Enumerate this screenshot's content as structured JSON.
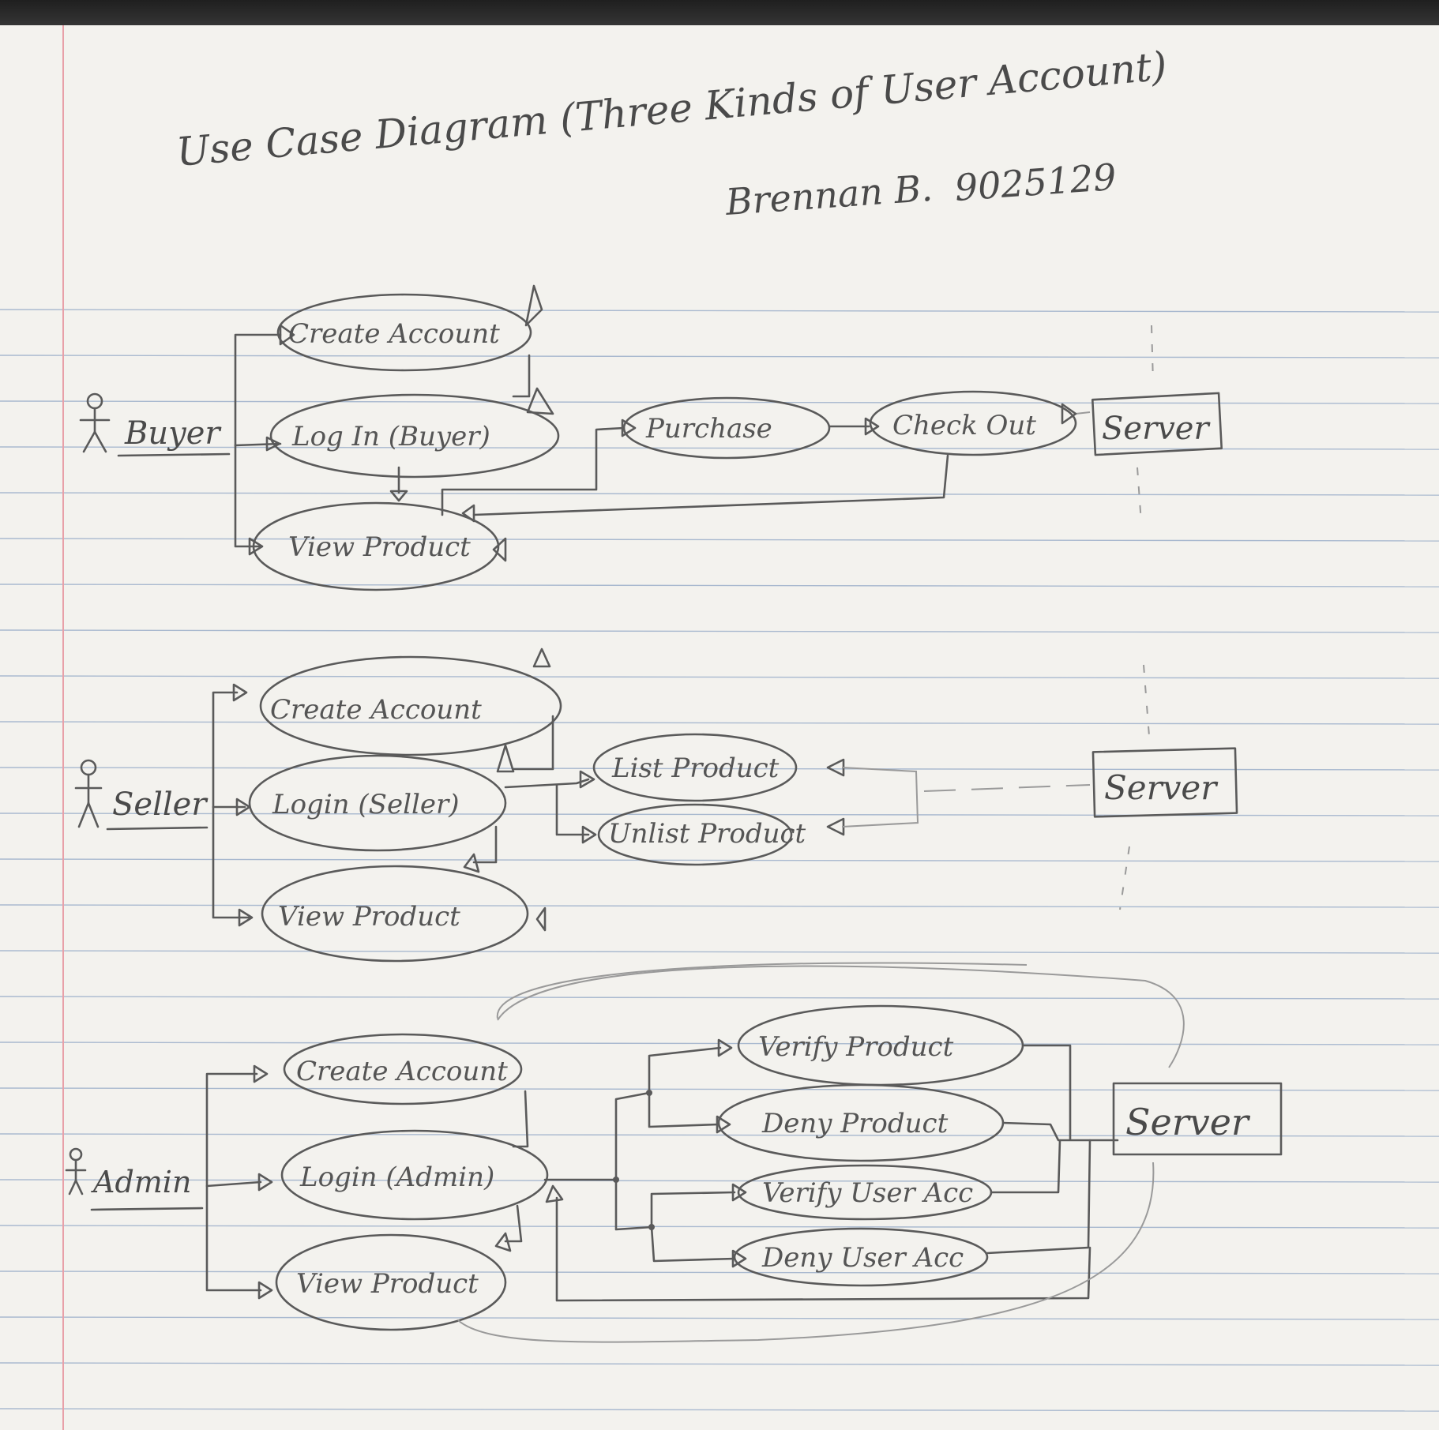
{
  "title": "Use Case Diagram (Three Kinds of User Account)",
  "author": "Brennan B.",
  "student_id": "9025129",
  "sections": [
    {
      "actor": "Buyer",
      "use_cases": [
        "Create Account",
        "Log In (Buyer)",
        "View Product",
        "Purchase",
        "Check Out"
      ],
      "system": "Server"
    },
    {
      "actor": "Seller",
      "use_cases": [
        "Create Account",
        "Login (Seller)",
        "View Product",
        "List Product",
        "Unlist Product"
      ],
      "system": "Server"
    },
    {
      "actor": "Admin",
      "use_cases": [
        "Create Account",
        "Login (Admin)",
        "View Product",
        "Verify Product",
        "Deny Product",
        "Verify User Acc",
        "Deny User Acc"
      ],
      "system": "Server"
    }
  ],
  "colors": {
    "paper": "#f3f2ee",
    "rule": "#a9b9cf",
    "margin": "#e8a0a8",
    "pencil": "#5a5a5a"
  }
}
